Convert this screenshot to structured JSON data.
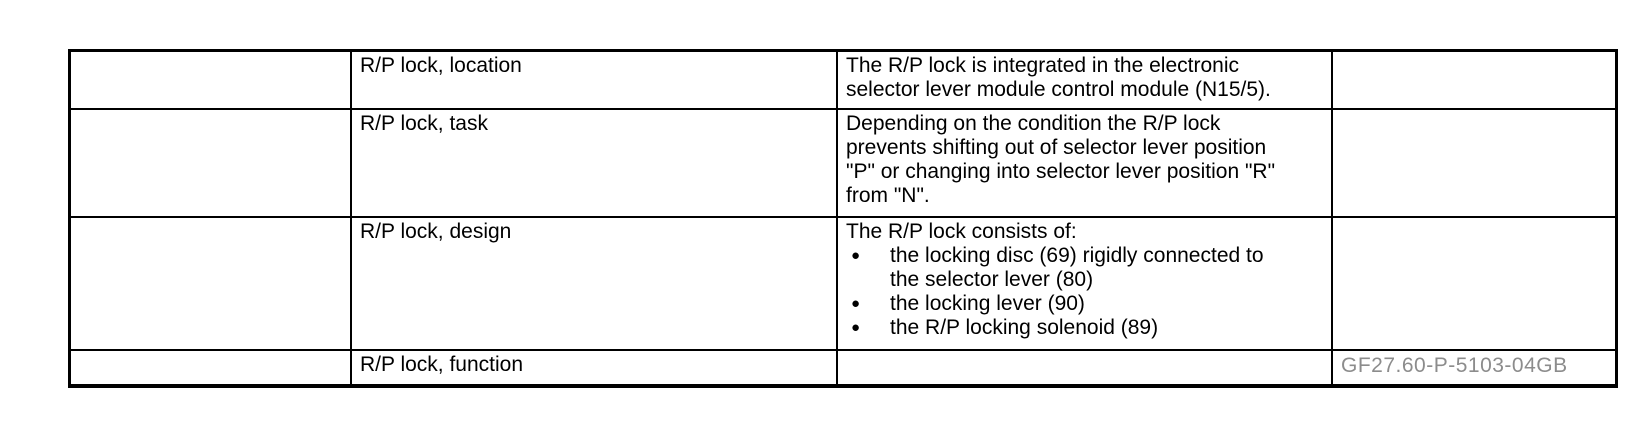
{
  "document": {
    "code_color": "#8c8c8c",
    "icons": {
      "bullet": "●"
    },
    "table": {
      "rows": [
        {
          "label": "R/P lock, location",
          "description": "The R/P lock is integrated in the electronic\nselector lever module control module (N15/5).",
          "code": ""
        },
        {
          "label": "R/P lock, task",
          "description": "Depending on the condition the R/P lock\nprevents shifting out of selector lever position\n\"P\" or changing into selector lever position \"R\"\nfrom \"N\".",
          "code": ""
        },
        {
          "label": "R/P lock, design",
          "description_intro": "The R/P lock consists of:",
          "bullets": [
            "the locking disc (69) rigidly connected to\nthe selector lever (80)",
            "the locking lever (90)",
            "the R/P locking solenoid (89)"
          ],
          "code": ""
        },
        {
          "label": "R/P lock, function",
          "description": "",
          "code": "GF27.60-P-5103-04GB"
        }
      ]
    }
  }
}
